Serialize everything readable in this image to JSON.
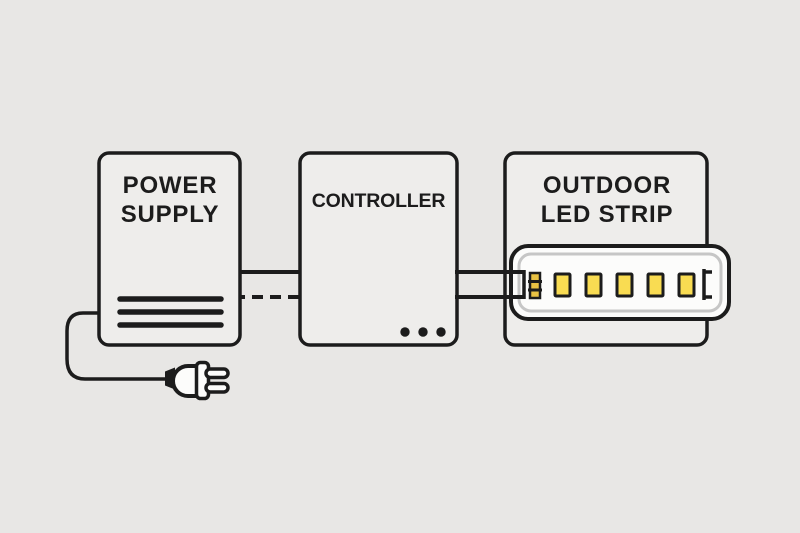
{
  "diagram": {
    "power_supply": {
      "label_line1": "POWER",
      "label_line2": "SUPPLY",
      "vent_line_count": 3,
      "has_power_cord_plug": true
    },
    "controller": {
      "label": "CONTROLLER",
      "indicator_dot_count": 3
    },
    "led_strip": {
      "label_line1": "OUTDOOR",
      "label_line2": "LED STRIP",
      "led_chip_count": 5
    },
    "connections": [
      {
        "from": "power-supply",
        "to": "controller",
        "style": "solid"
      },
      {
        "from": "power-supply",
        "to": "controller",
        "style": "dashed"
      },
      {
        "from": "controller",
        "to": "led-strip",
        "style": "solid"
      },
      {
        "from": "controller",
        "to": "led-strip",
        "style": "solid"
      }
    ]
  },
  "colors": {
    "background": "#e8e7e5",
    "box_fill": "#eeedeb",
    "outline_black": "#1c1c1c",
    "led_yellow": "#f9dc52",
    "component_yellow": "#e9c243",
    "sleeve_gray": "#c6c6c6",
    "strip_white": "#fcfcfb"
  }
}
